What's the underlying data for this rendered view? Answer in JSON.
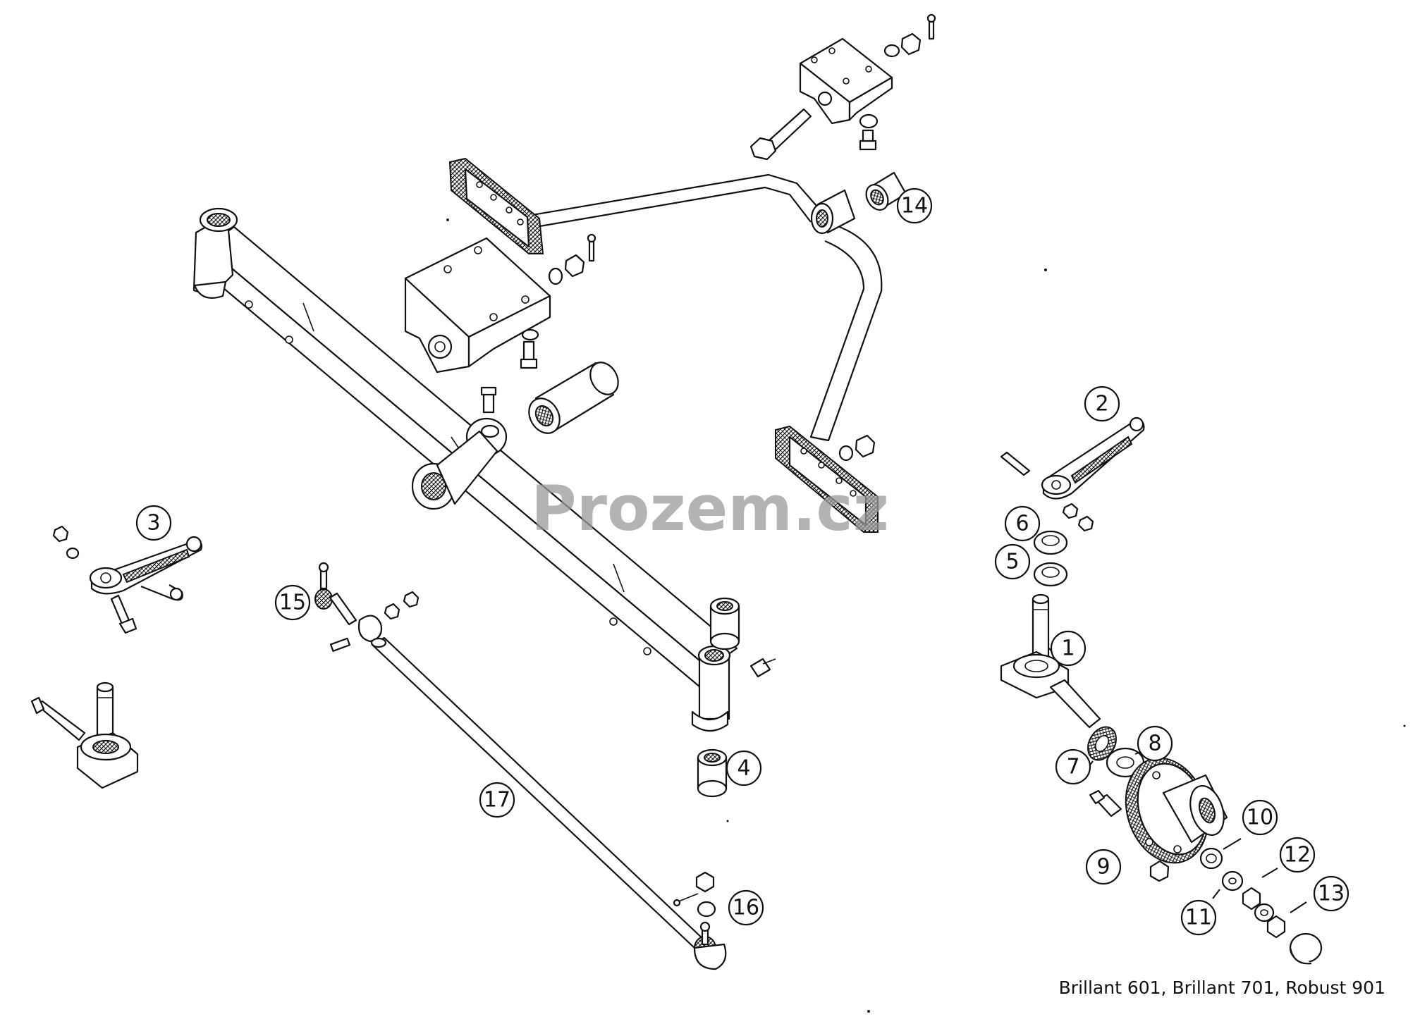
{
  "watermark": "Prozem.cz",
  "caption": "Brillant 601, Brillant 701, Robust 901",
  "callouts": [
    "1",
    "2",
    "3",
    "4",
    "5",
    "6",
    "7",
    "8",
    "9",
    "10",
    "11",
    "12",
    "13",
    "14",
    "15",
    "16",
    "17"
  ],
  "colors": {
    "line": "#111111",
    "background": "#ffffff",
    "watermark": "#9a9a9a"
  }
}
